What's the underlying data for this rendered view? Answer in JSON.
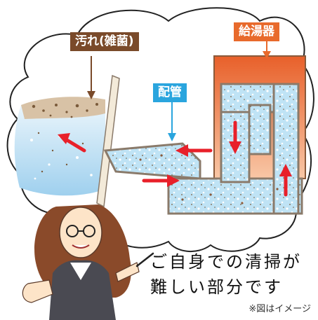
{
  "labels": {
    "dirt": "汚れ(雑菌)",
    "heater": "給湯器",
    "pipe": "配管"
  },
  "caption": {
    "line1": "ご自身での清掃が",
    "line2": "難しい部分です"
  },
  "note": "※図はイメージ",
  "colors": {
    "dirt_label_bg": "#7a4a2a",
    "heater_label_bg": "#e86a2c",
    "pipe_label_bg": "#2aa5de",
    "heater_body": "#f08a5a",
    "pipe_water": "#bfe3f5",
    "pipe_wall": "#8a7a6a",
    "bath_water": "#cfe9f7",
    "arrow_red": "#e8202a"
  },
  "icons": [
    "flow-arrow-icon",
    "pointer-stick-icon"
  ]
}
